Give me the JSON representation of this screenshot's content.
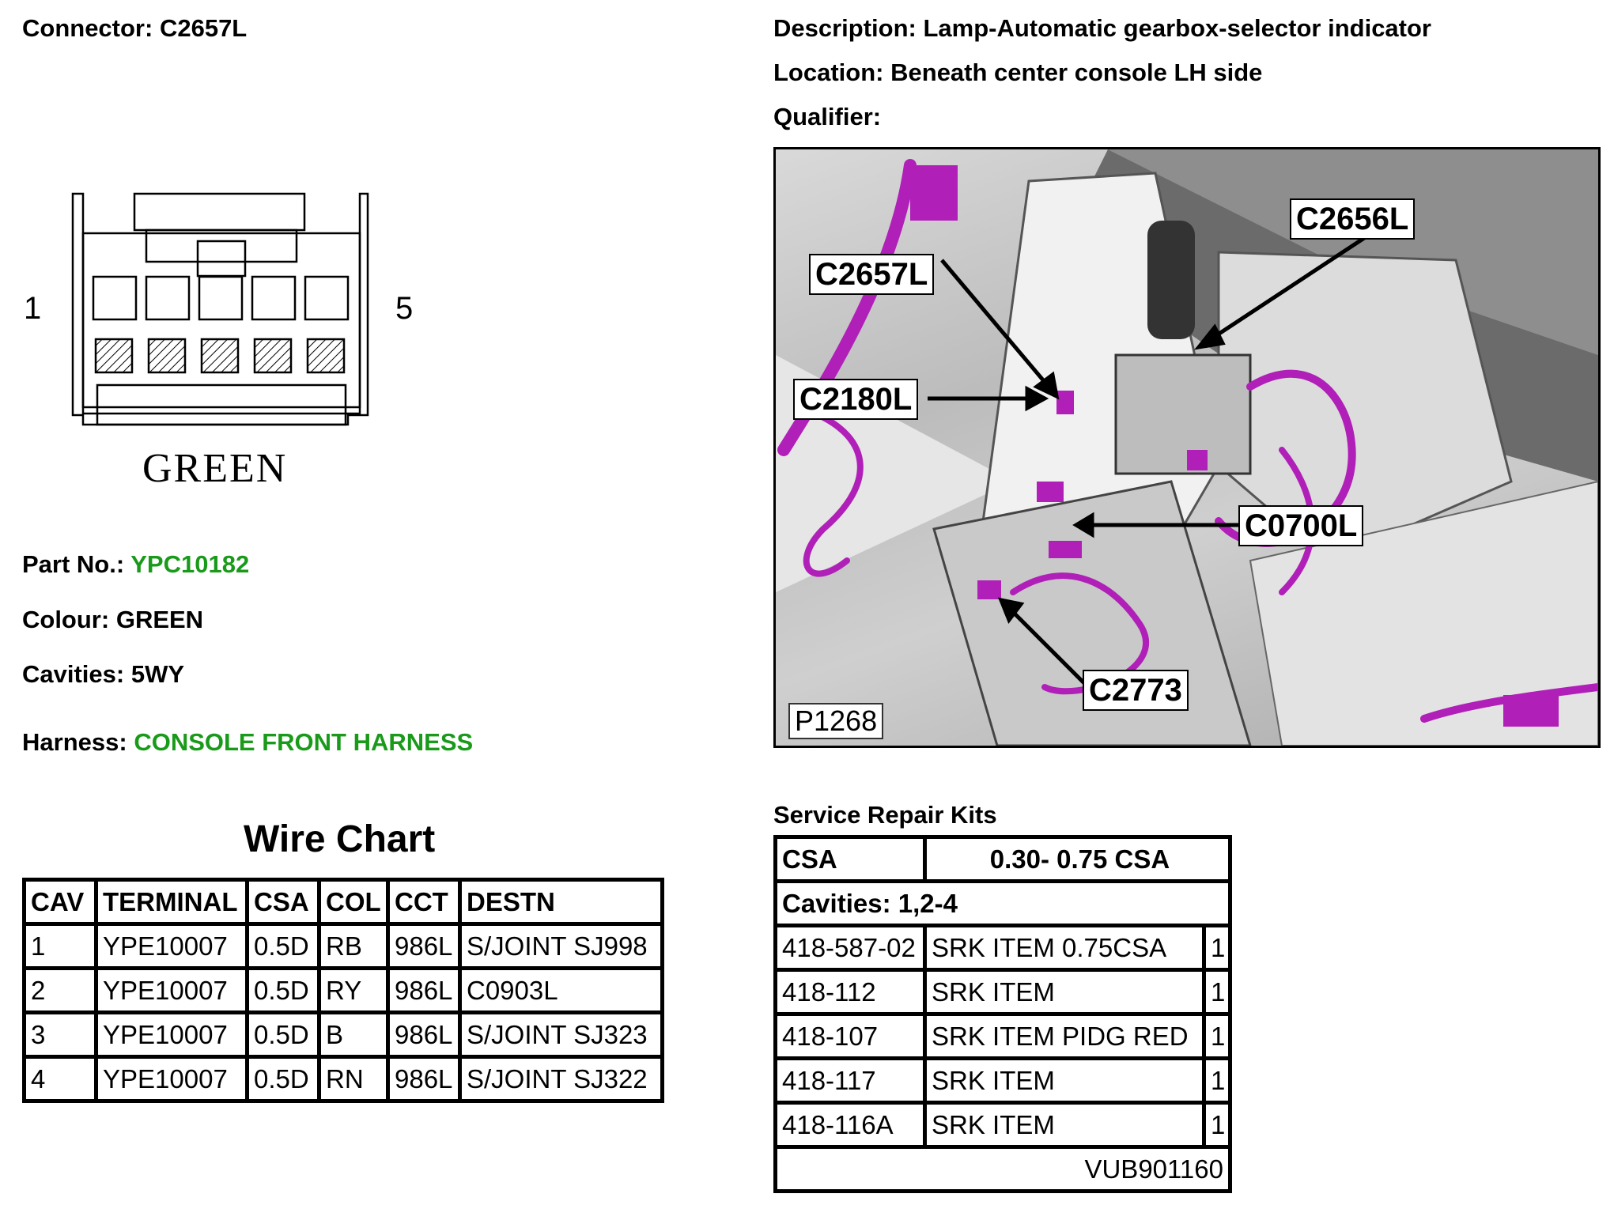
{
  "connector": {
    "label": "Connector:",
    "value": "C2657L"
  },
  "description": {
    "label": "Description:",
    "value": "Lamp-Automatic gearbox-selector indicator"
  },
  "location": {
    "label": "Location:",
    "value": "Beneath center console LH side"
  },
  "qualifier": {
    "label": "Qualifier:",
    "value": ""
  },
  "diagram": {
    "pin_first": "1",
    "pin_last": "5",
    "color_text": "GREEN"
  },
  "part_no": {
    "label": "Part No.:",
    "value": "YPC10182"
  },
  "colour": {
    "label": "Colour:",
    "value": "GREEN"
  },
  "cavities": {
    "label": "Cavities:",
    "value": "5WY"
  },
  "harness": {
    "label": "Harness:",
    "value": "CONSOLE FRONT HARNESS"
  },
  "accent_green": "#1a9a1a",
  "wire_chart": {
    "title": "Wire Chart",
    "headers": [
      "CAV",
      "TERMINAL",
      "CSA",
      "COL",
      "CCT",
      "DESTN"
    ],
    "rows": [
      [
        "1",
        "YPE10007",
        "0.5D",
        "RB",
        "986L",
        "S/JOINT SJ998"
      ],
      [
        "2",
        "YPE10007",
        "0.5D",
        "RY",
        "986L",
        "C0903L"
      ],
      [
        "3",
        "YPE10007",
        "0.5D",
        "B",
        "986L",
        "S/JOINT SJ323"
      ],
      [
        "4",
        "YPE10007",
        "0.5D",
        "RN",
        "986L",
        "S/JOINT SJ322"
      ]
    ]
  },
  "photo": {
    "callouts": [
      "C2656L",
      "C2657L",
      "C2180L",
      "C0700L",
      "C2773"
    ],
    "plate": "P1268",
    "harness_color": "#b01fb8"
  },
  "service_kits": {
    "title": "Service Repair Kits",
    "csa_label": "CSA",
    "csa_value": "0.30- 0.75 CSA",
    "cavities": "Cavities: 1,2-4",
    "rows": [
      [
        "418-587-02",
        "SRK ITEM 0.75CSA",
        "1"
      ],
      [
        "418-112",
        "SRK ITEM",
        "1"
      ],
      [
        "418-107",
        "SRK ITEM PIDG RED",
        "1"
      ],
      [
        "418-117",
        "SRK ITEM",
        "1"
      ],
      [
        "418-116A",
        "SRK ITEM",
        "1"
      ]
    ],
    "footer": "VUB901160"
  }
}
